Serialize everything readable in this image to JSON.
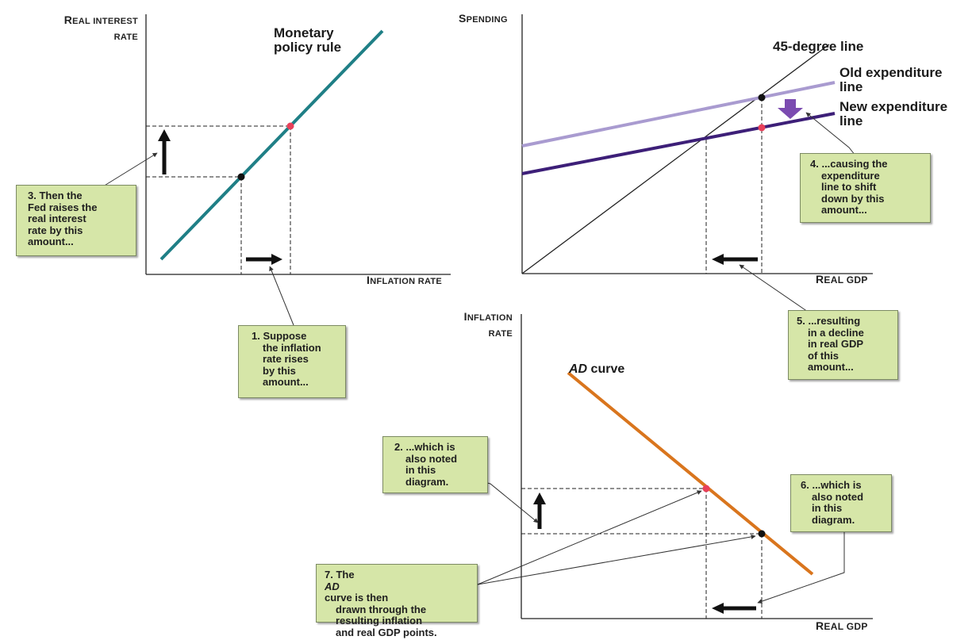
{
  "panels": {
    "policy": {
      "y_axis": {
        "first": "R",
        "rest": "EAL INTEREST",
        "line2": "RATE"
      },
      "x_axis": {
        "first": "I",
        "rest": "NFLATION RATE"
      },
      "curve_label": [
        "Monetary",
        "policy rule"
      ]
    },
    "expenditure": {
      "y_axis": {
        "first": "S",
        "rest": "PENDING"
      },
      "x_axis": {
        "first": "R",
        "rest": "EAL GDP"
      },
      "line_45": "45-degree line",
      "old_line": [
        "Old expenditure",
        "line"
      ],
      "new_line": [
        "New expenditure",
        "line"
      ]
    },
    "ad": {
      "y_axis": {
        "first": "I",
        "rest": "NFLATION",
        "line2": "RATE"
      },
      "x_axis": {
        "first": "R",
        "rest": "EAL GDP"
      },
      "curve_label": {
        "italic": "AD",
        "rest": " curve"
      }
    }
  },
  "notes": {
    "n1": [
      "1. Suppose",
      "the inflation",
      "rate rises",
      "by this",
      "amount..."
    ],
    "n2": [
      "2. ...which is",
      "also noted",
      "in this",
      "diagram."
    ],
    "n3": [
      "3. Then the",
      "Fed raises the",
      "real interest",
      "rate by this",
      "amount..."
    ],
    "n4": [
      "4. ...causing the",
      "expenditure",
      "line to shift",
      "down by this",
      "amount..."
    ],
    "n5": [
      "5. ...resulting",
      "in a decline",
      "in real GDP",
      "of this",
      "amount..."
    ],
    "n6": [
      "6. ...which is",
      "also noted",
      "in this",
      "diagram."
    ],
    "n7": {
      "prefix": "7. The ",
      "italic": "AD",
      "rest": " curve is then",
      "lines": [
        "drawn through the",
        "resulting inflation",
        "and real GDP points."
      ]
    }
  },
  "colors": {
    "policy_rule": "#1f7f86",
    "old_expenditure": "#a99bd0",
    "new_expenditure": "#3d1f78",
    "ad_curve": "#d9751d",
    "highlight_point": "#e8405a",
    "note_fill": "#d6e6a8",
    "shift_arrow": "#7b4bb0"
  }
}
